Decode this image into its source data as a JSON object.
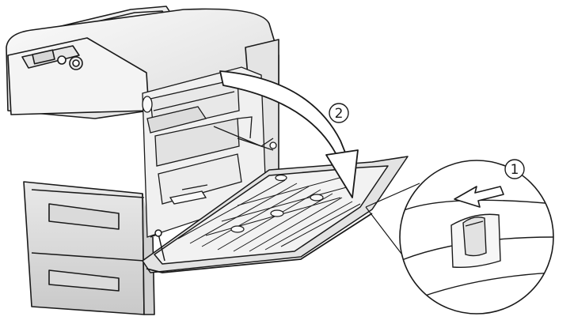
{
  "figure": {
    "subject": "printer-with-open-duplex-cover",
    "step_labels": {
      "step1": "1",
      "step2": "2"
    },
    "colors": {
      "line": "#1a1a1a",
      "body": "#f2f2f2",
      "shadow": "#cfcfcf",
      "background": "#ffffff"
    },
    "icons": [
      "curved-arrow-icon",
      "straight-arrow-icon",
      "circled-number-icon",
      "latch-lever-icon"
    ]
  }
}
